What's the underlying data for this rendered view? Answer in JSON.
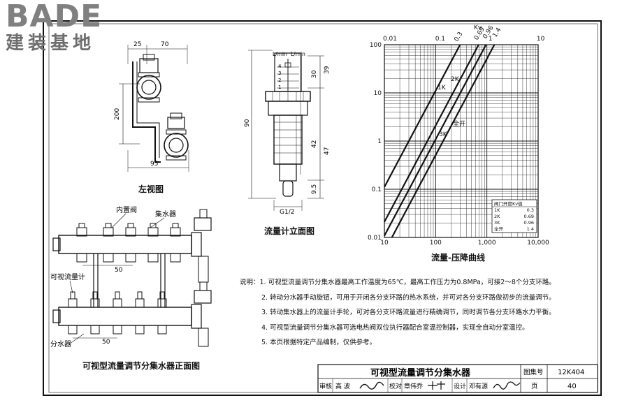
{
  "logo": {
    "main": "BADE",
    "sub": "建装基地"
  },
  "views": {
    "left_view": {
      "caption": "左视图",
      "dims": {
        "top_a": "25",
        "top_b": "70",
        "height": "200",
        "bottom": "95"
      }
    },
    "flowmeter": {
      "caption": "流量计立面图",
      "unit_left": "L/min",
      "unit_right": "L/min",
      "scale_numbers": [
        "1",
        "2",
        "3",
        "4"
      ],
      "dims": {
        "total": "90",
        "d39": "39",
        "d30": "30",
        "d42": "42",
        "d47": "47",
        "d95": "9.5"
      },
      "thread": "G1/2"
    },
    "front_view": {
      "caption": "可视型流量调节分集水器正面图",
      "labels": {
        "inner_valve": "内置阀",
        "collector": "集水器",
        "flowmeter": "可视流量计",
        "distributor": "分水器"
      },
      "spacing_top": "50",
      "spacing_bottom": "50"
    }
  },
  "chart_data": {
    "type": "line",
    "title": "流量-压降曲线",
    "kv_axis_label": "Kv",
    "x_ticks": [
      "10",
      "100",
      "1,000",
      "10,000"
    ],
    "top_ticks": [
      "0.01",
      "0.1",
      "1",
      "10"
    ],
    "y_ticks": [
      "100",
      "10",
      "1",
      "0.1",
      "0.01"
    ],
    "xlim": [
      10,
      10000
    ],
    "ylim": [
      0.01,
      100
    ],
    "x_log": true,
    "y_log": true,
    "grid": true,
    "series": [
      {
        "name": "1K",
        "kv": 0.3
      },
      {
        "name": "2K",
        "kv": 0.69
      },
      {
        "name": "3K",
        "kv": 0.96
      },
      {
        "name": "全开",
        "kv": 1.4
      }
    ],
    "kv_labels": [
      "0.3",
      "0.69",
      "0.96",
      "1.4"
    ],
    "legend_table": {
      "header": "阀门开度Kv值",
      "rows": [
        [
          "1K",
          "0.3"
        ],
        [
          "2K",
          "0.69"
        ],
        [
          "3K",
          "0.96"
        ],
        [
          "全开",
          "1.4"
        ]
      ]
    }
  },
  "notes": {
    "prefix": "说明：",
    "items": [
      "1. 可视型流量调节分集水器最高工作温度为65℃，最高工作压力为0.8MPa，可接2～8个分支环路。",
      "2. 转动分水器手动旋钮，可用于开闭各分支环路的热水系统，并可对各分支环路做初步的流量调节。",
      "3. 转动集水器上的流量计手轮，可对各分支环路流量进行精确调节，同时调节各分支环路水力平衡。",
      "4. 可视型流量调节分集水器可选电热阀双位执行器配合室温控制器，实现全自动分室温控。",
      "5. 本页根据特定产品编制，仅供参考。"
    ]
  },
  "title_block": {
    "title": "可视型流量调节分集水器",
    "atlas_label": "图集号",
    "atlas_no": "12K404",
    "review_label": "审核",
    "reviewer": "高  波",
    "check_label": "校对",
    "checker": "章伟乔",
    "design_label": "设计",
    "designer": "邓有源",
    "page_label": "页",
    "page_no": "40"
  }
}
